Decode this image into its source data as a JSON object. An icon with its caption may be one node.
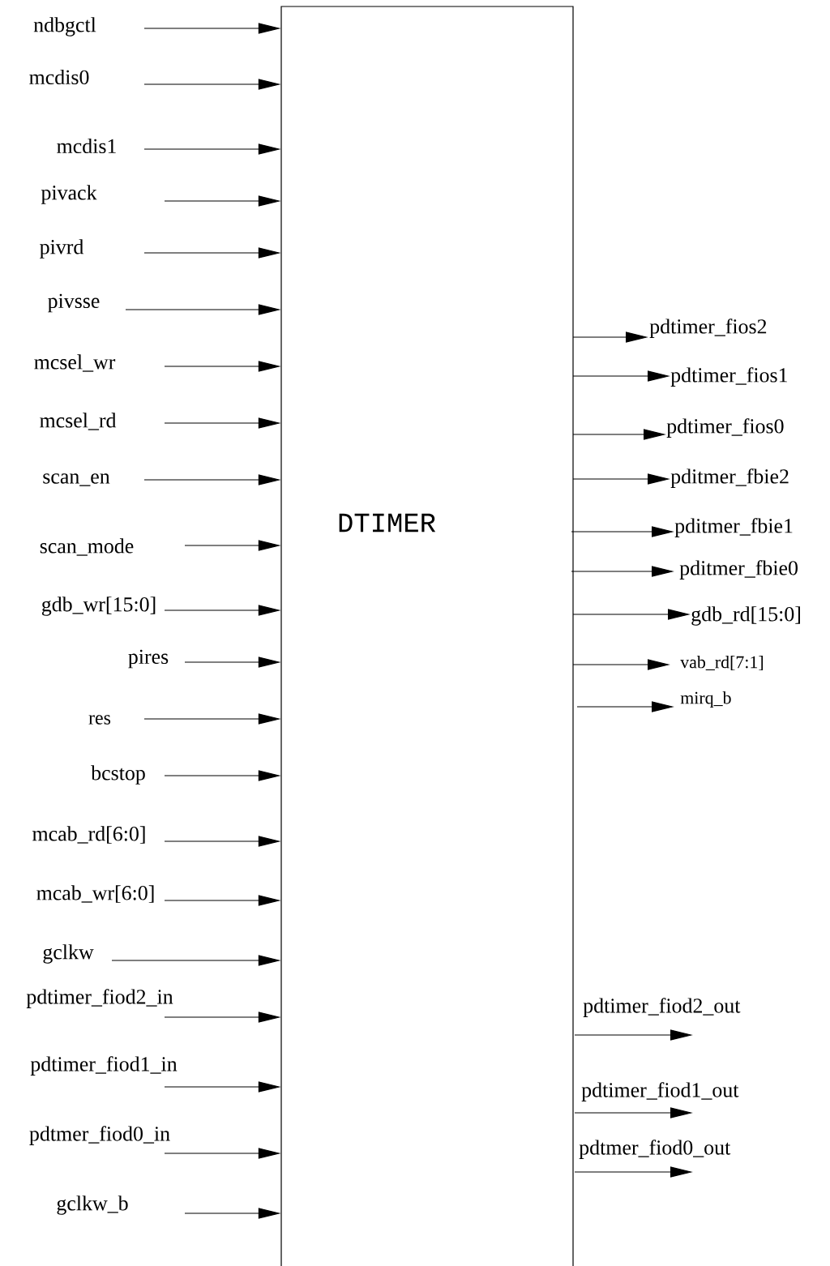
{
  "diagram": {
    "nodes": [
      {
        "text": [
          "DTIMER"
        ]
      },
      {
        "text": [
          "ndbgctl"
        ]
      },
      {
        "text": [
          "mcdis0"
        ]
      },
      {
        "text": [
          "mcdis1"
        ]
      },
      {
        "text": [
          "pivack"
        ]
      },
      {
        "text": [
          "pivrd"
        ]
      },
      {
        "text": [
          "pivsse"
        ]
      },
      {
        "text": [
          "mcsel_wr"
        ]
      },
      {
        "text": [
          "mcsel_rd"
        ]
      },
      {
        "text": [
          "scan_en"
        ]
      },
      {
        "text": [
          "scan_mode"
        ]
      },
      {
        "text": [
          "gdb_wr[15:0]"
        ]
      },
      {
        "text": [
          "pires"
        ]
      },
      {
        "text": [
          "res"
        ]
      },
      {
        "text": [
          "bcstop"
        ]
      },
      {
        "text": [
          "mcab_rd[6:0]"
        ]
      },
      {
        "text": [
          "mcab_wr[6:0]"
        ]
      },
      {
        "text": [
          "gclkw"
        ]
      },
      {
        "text": [
          "pdtimer_fiod2_in"
        ]
      },
      {
        "text": [
          "pdtimer_fiod1_in"
        ]
      },
      {
        "text": [
          "pdtmer_fiod0_in"
        ]
      },
      {
        "text": [
          "gclkw_b"
        ]
      },
      {
        "text": [
          "pdtimer_fios2"
        ]
      },
      {
        "text": [
          "pdtimer_fios1"
        ]
      },
      {
        "text": [
          "pdtimer_fios0"
        ]
      },
      {
        "text": [
          "pditmer_fbie2"
        ]
      },
      {
        "text": [
          "pditmer_fbie1"
        ]
      },
      {
        "text": [
          "pditmer_fbie0"
        ]
      },
      {
        "text": [
          "gdb_rd[15:0]"
        ]
      },
      {
        "text": [
          "vab_rd[7:1]"
        ]
      },
      {
        "text": [
          "mirq_b"
        ]
      },
      {
        "text": [
          "pdtimer_fiod2_out"
        ]
      },
      {
        "text": [
          "pdtimer_fiod1_out"
        ]
      },
      {
        "text": [
          "pdtmer_fiod0_out"
        ]
      }
    ],
    "edges": [
      {
        "from": 1,
        "to": 0,
        "arrow": "to"
      },
      {
        "from": 2,
        "to": 0,
        "arrow": "to"
      },
      {
        "from": 3,
        "to": 0,
        "arrow": "to"
      },
      {
        "from": 4,
        "to": 0,
        "arrow": "to"
      },
      {
        "from": 5,
        "to": 0,
        "arrow": "to"
      },
      {
        "from": 6,
        "to": 0,
        "arrow": "to"
      },
      {
        "from": 7,
        "to": 0,
        "arrow": "to"
      },
      {
        "from": 8,
        "to": 0,
        "arrow": "to"
      },
      {
        "from": 9,
        "to": 0,
        "arrow": "to"
      },
      {
        "from": 10,
        "to": 0,
        "arrow": "to"
      },
      {
        "from": 11,
        "to": 0,
        "arrow": "to"
      },
      {
        "from": 12,
        "to": 0,
        "arrow": "to"
      },
      {
        "from": 13,
        "to": 0,
        "arrow": "to"
      },
      {
        "from": 14,
        "to": 0,
        "arrow": "to"
      },
      {
        "from": 15,
        "to": 0,
        "arrow": "to"
      },
      {
        "from": 16,
        "to": 0,
        "arrow": "to"
      },
      {
        "from": 17,
        "to": 0,
        "arrow": "to"
      },
      {
        "from": 18,
        "to": 0,
        "arrow": "to"
      },
      {
        "from": 19,
        "to": 0,
        "arrow": "to"
      },
      {
        "from": 20,
        "to": 0,
        "arrow": "to"
      },
      {
        "from": 21,
        "to": 0,
        "arrow": "to"
      },
      {
        "from": 0,
        "to": 22,
        "arrow": "to"
      },
      {
        "from": 0,
        "to": 23,
        "arrow": "to"
      },
      {
        "from": 0,
        "to": 24,
        "arrow": "to"
      },
      {
        "from": 0,
        "to": 25,
        "arrow": "to"
      },
      {
        "from": 0,
        "to": 26,
        "arrow": "to"
      },
      {
        "from": 0,
        "to": 27,
        "arrow": "to"
      },
      {
        "from": 0,
        "to": 28,
        "arrow": "to"
      },
      {
        "from": 0,
        "to": 29,
        "arrow": "to"
      },
      {
        "from": 0,
        "to": 30,
        "arrow": "to"
      },
      {
        "from": 0,
        "to": 31,
        "arrow": "to"
      },
      {
        "from": 0,
        "to": 32,
        "arrow": "to"
      },
      {
        "from": 0,
        "to": 33,
        "arrow": "to"
      }
    ]
  }
}
